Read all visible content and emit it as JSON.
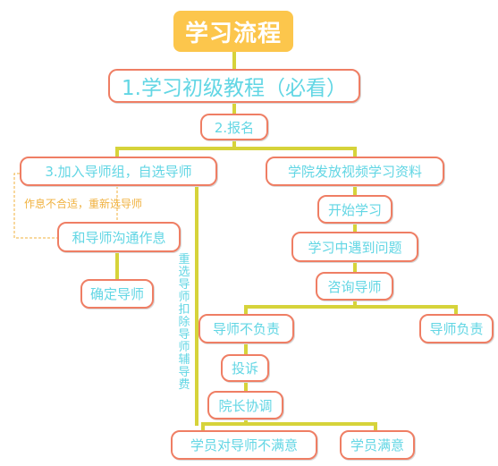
{
  "diagram": {
    "title": "学习流程",
    "nodes": {
      "step1": "1.学习初级教程（必看）",
      "step2": "2.报名",
      "step3": "3.加入导师组，自选导师",
      "video": "学院发放视频学习资料",
      "start": "开始学习",
      "problem": "学习中遇到问题",
      "consult": "咨询导师",
      "communicate": "和导师沟通作息",
      "confirm": "确定导师",
      "irresponsible": "导师不负责",
      "responsible": "导师负责",
      "complain": "投诉",
      "dean": "院长协调",
      "unsatisfied": "学员对导师不满意",
      "satisfied": "学员满意"
    },
    "annotations": {
      "schedule_mismatch": "作息不合适，重新选导师",
      "reselect_deduct": "重选导师扣除导师辅导费"
    },
    "colors": {
      "title_bg": "#fcc64c",
      "node_border": "#ef7e64",
      "node_text": "#62d6e4",
      "connector": "#d6d33a",
      "annotation": "#f0b13e"
    }
  }
}
